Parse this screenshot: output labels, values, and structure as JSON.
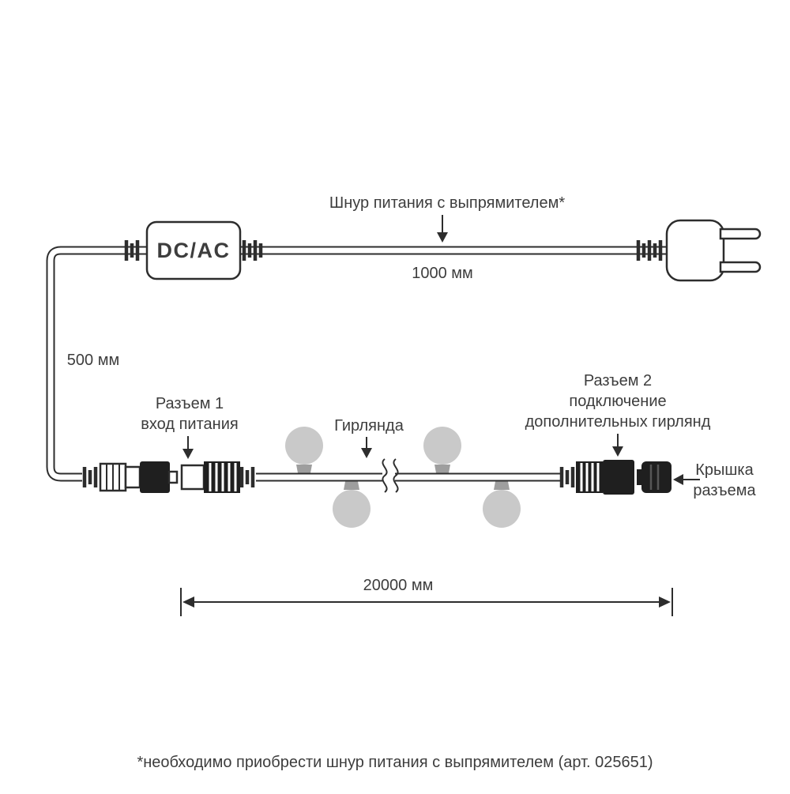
{
  "diagram": {
    "title_note": "Шнур питания с выпрямителем*",
    "dcac_label": "DC/AC",
    "cord_length": "1000 мм",
    "left_cable_length": "500 мм",
    "connector1": {
      "line1": "Разъем 1",
      "line2": "вход питания"
    },
    "garland_label": "Гирлянда",
    "connector2": {
      "line1": "Разъем 2",
      "line2": "подключение",
      "line3": "дополнительных гирлянд"
    },
    "cap": {
      "line1": "Крышка",
      "line2": "разъема"
    },
    "garland_length": "20000 мм",
    "footnote": "*необходимо приобрести шнур питания с выпрямителем (арт. 025651)"
  },
  "colors": {
    "line": "#2d2d2d",
    "text": "#3d3d3d",
    "bulb": "#c9c9c9",
    "bulb_base": "#9e9e9e",
    "connector_dark": "#1f1f1f",
    "background": "#ffffff"
  }
}
